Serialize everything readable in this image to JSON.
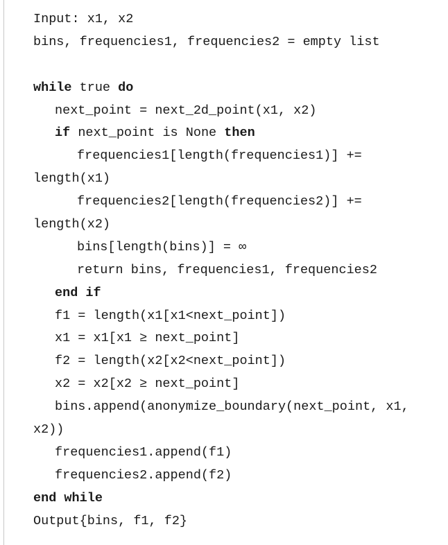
{
  "algorithm": {
    "lines": [
      {
        "indent": 0,
        "parts": [
          {
            "t": "Input: x1, x2"
          }
        ]
      },
      {
        "indent": 0,
        "parts": [
          {
            "t": "bins, frequencies1, frequencies2 = empty list"
          }
        ]
      },
      {
        "indent": 0,
        "parts": []
      },
      {
        "indent": 0,
        "parts": [
          {
            "t": "while",
            "kw": true
          },
          {
            "t": " true "
          },
          {
            "t": "do",
            "kw": true
          }
        ]
      },
      {
        "indent": 1,
        "parts": [
          {
            "t": "next_point = next_2d_point(x1, x2)"
          }
        ]
      },
      {
        "indent": 1,
        "parts": [
          {
            "t": "if",
            "kw": true
          },
          {
            "t": " next_point is None "
          },
          {
            "t": "then",
            "kw": true
          }
        ]
      },
      {
        "indent": 2,
        "parts": [
          {
            "t": "frequencies1[length(frequencies1)] +="
          }
        ]
      },
      {
        "indent": 0,
        "parts": [
          {
            "t": "length(x1)"
          }
        ]
      },
      {
        "indent": 2,
        "parts": [
          {
            "t": "frequencies2[length(frequencies2)] +="
          }
        ]
      },
      {
        "indent": 0,
        "parts": [
          {
            "t": "length(x2)"
          }
        ]
      },
      {
        "indent": 2,
        "parts": [
          {
            "t": "bins[length(bins)] = ∞"
          }
        ]
      },
      {
        "indent": 2,
        "parts": [
          {
            "t": "return bins, frequencies1, frequencies2"
          }
        ]
      },
      {
        "indent": 1,
        "parts": [
          {
            "t": "end if",
            "kw": true
          }
        ]
      },
      {
        "indent": 1,
        "parts": [
          {
            "t": "f1 = length(x1[x1<next_point])"
          }
        ]
      },
      {
        "indent": 1,
        "parts": [
          {
            "t": "x1 = x1[x1 ≥ next_point]"
          }
        ]
      },
      {
        "indent": 1,
        "parts": [
          {
            "t": "f2 = length(x2[x2<next_point])"
          }
        ]
      },
      {
        "indent": 1,
        "parts": [
          {
            "t": "x2 = x2[x2 ≥ next_point]"
          }
        ]
      },
      {
        "indent": 1,
        "parts": [
          {
            "t": "bins.append(anonymize_boundary(next_point, x1,"
          }
        ]
      },
      {
        "indent": 0,
        "parts": [
          {
            "t": "x2))"
          }
        ]
      },
      {
        "indent": 1,
        "parts": [
          {
            "t": "frequencies1.append(f1)"
          }
        ]
      },
      {
        "indent": 1,
        "parts": [
          {
            "t": "frequencies2.append(f2)"
          }
        ]
      },
      {
        "indent": 0,
        "parts": [
          {
            "t": "end while",
            "kw": true
          }
        ]
      },
      {
        "indent": 0,
        "parts": [
          {
            "t": "Output{bins, f1, f2}"
          }
        ]
      }
    ]
  }
}
